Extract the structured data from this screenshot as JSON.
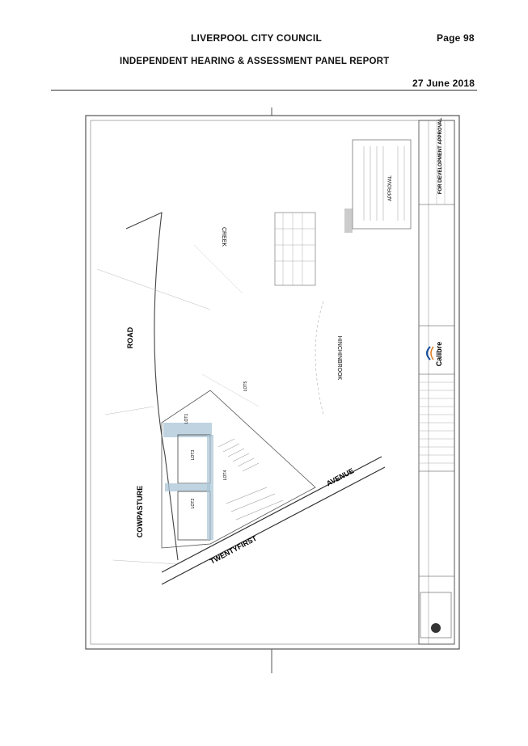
{
  "header": {
    "council": "LIVERPOOL CITY COUNCIL",
    "page": "Page 98",
    "report_title": "INDEPENDENT HEARING & ASSESSMENT PANEL REPORT",
    "date": "27 June 2018"
  },
  "plan": {
    "road_labels": [
      "COWPASTURE",
      "ROAD",
      "TWENTYFIRST",
      "AVENUE"
    ],
    "creek_labels": [
      "CREEK",
      "HINCHINBROOK"
    ],
    "lot_labels": [
      "LOT1",
      "LOT2",
      "LOT3",
      "LOT4",
      "LOT5"
    ],
    "stamp_text": "APPROVAL",
    "brand_name": "Calibre",
    "title_block_label": "FOR DEVELOPMENT APPROVAL"
  }
}
